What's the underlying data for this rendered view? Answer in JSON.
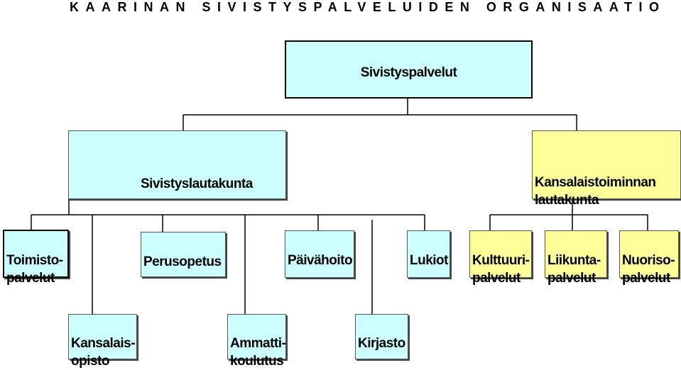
{
  "title": "KAARINAN SIVISTYSPALVELUIDEN ORGANISAATIO",
  "colors": {
    "box_cyan": "#ccffff",
    "box_yellow": "#ffff99",
    "line": "#000000"
  },
  "nodes": {
    "sivistyspalvelut": "Sivistyspalvelut",
    "sivistyslautakunta": "Sivistyslautakunta",
    "kansalaistoiminnan_lautakunta": "Kansalaistoiminnan\nlautakunta",
    "toimistopalvelut": "Toimisto-\npalvelut",
    "perusopetus": "Perusopetus",
    "paivahoito": "Päivähoito",
    "lukiot": "Lukiot",
    "kansalaisopisto": "Kansalais-\nopisto",
    "ammattikoulutus": "Ammatti-\nkoulutus",
    "kirjasto": "Kirjasto",
    "kulttuuripalvelut": "Kulttuuri-\npalvelut",
    "liikuntapalvelut": "Liikunta-\npalvelut",
    "nuorisopalvelut": "Nuoriso-\npalvelut"
  }
}
